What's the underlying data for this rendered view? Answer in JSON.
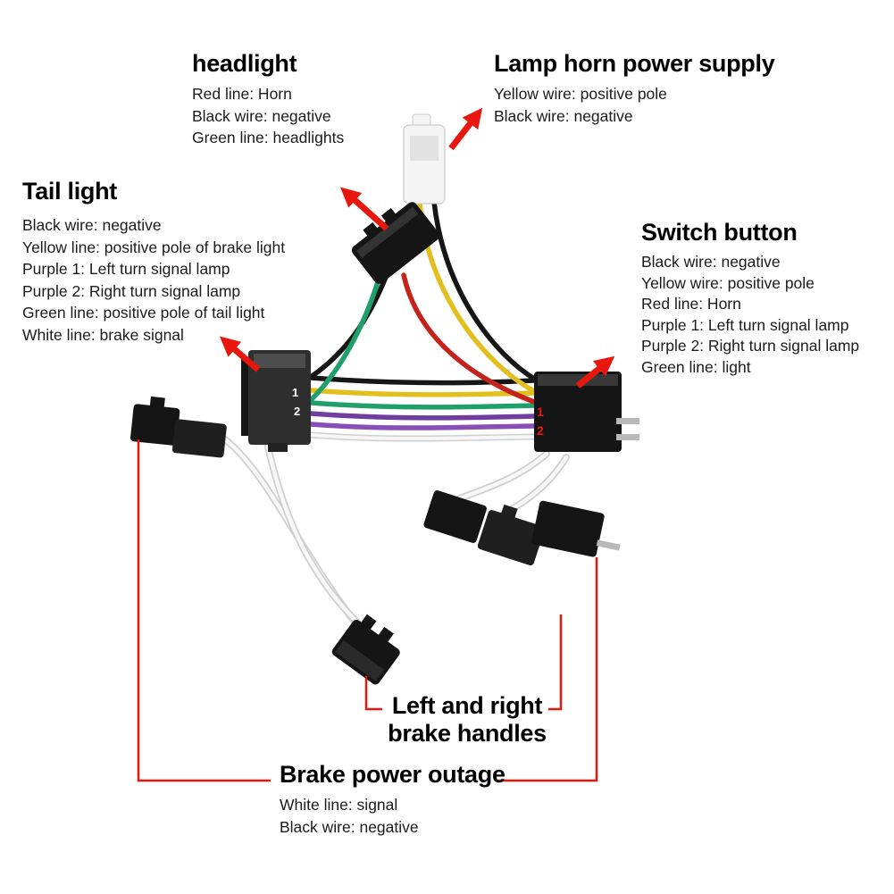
{
  "colors": {
    "accent_red": "#e8170d",
    "text_dark": "#1b1b1b",
    "wire_black": "#161616",
    "wire_yellow": "#e3bf1e",
    "wire_green": "#1fa06b",
    "wire_red": "#c4231b",
    "wire_purple_1": "#6f3e9e",
    "wire_purple_2": "#8a4fb5",
    "wire_white_outer": "#cfcfcf",
    "wire_white_inner": "#f7f7f7",
    "connector_black": "#151515",
    "connector_gray": "#2e2e2e",
    "connector_highlight": "#4d4d4d",
    "connector_white": "#f4f4f4",
    "pin_metal": "#b9b9b9"
  },
  "annotations": {
    "headlight": {
      "title": "headlight",
      "lines": [
        "Red line: Horn",
        "Black wire: negative",
        "Green line: headlights"
      ]
    },
    "lamp_horn_power_supply": {
      "title": "Lamp horn power supply",
      "lines": [
        "Yellow wire: positive pole",
        "Black wire: negative"
      ]
    },
    "tail_light": {
      "title": "Tail light",
      "lines": [
        "Black wire: negative",
        "Yellow line: positive pole of brake light",
        "Purple 1: Left turn signal lamp",
        "Purple 2: Right turn signal lamp",
        "Green line: positive pole of tail light",
        "White line: brake signal"
      ]
    },
    "switch_button": {
      "title": "Switch button",
      "lines": [
        "Black wire: negative",
        "Yellow wire: positive pole",
        "Red line: Horn",
        "Purple 1: Left turn signal lamp",
        "Purple 2: Right turn signal lamp",
        "Green line: light"
      ]
    },
    "brake_handles": {
      "title_line_1": "Left and right",
      "title_line_2": "brake handles"
    },
    "brake_power_outage": {
      "title": "Brake power outage",
      "lines": [
        "White line: signal",
        "Black wire: negative"
      ]
    }
  },
  "pin_labels": {
    "left_connector": [
      "1",
      "2"
    ],
    "right_connector": [
      "1",
      "2"
    ]
  }
}
